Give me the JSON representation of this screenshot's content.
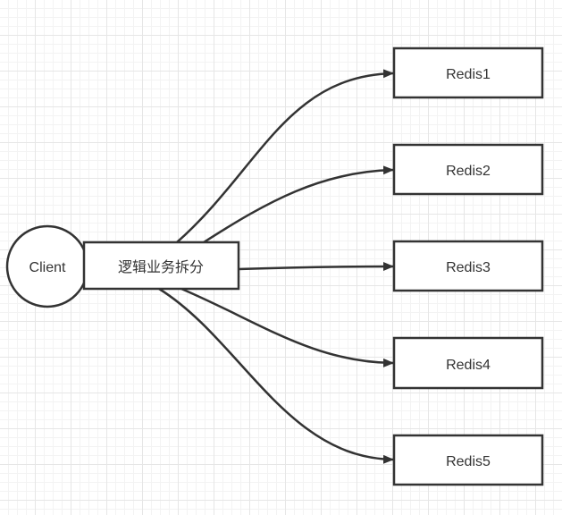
{
  "diagram": {
    "client_label": "Client",
    "splitter_label": "逻辑业务拆分",
    "targets": [
      {
        "label": "Redis1"
      },
      {
        "label": "Redis2"
      },
      {
        "label": "Redis3"
      },
      {
        "label": "Redis4"
      },
      {
        "label": "Redis5"
      }
    ],
    "stroke_color": "#333333",
    "fill_color": "#ffffff"
  }
}
